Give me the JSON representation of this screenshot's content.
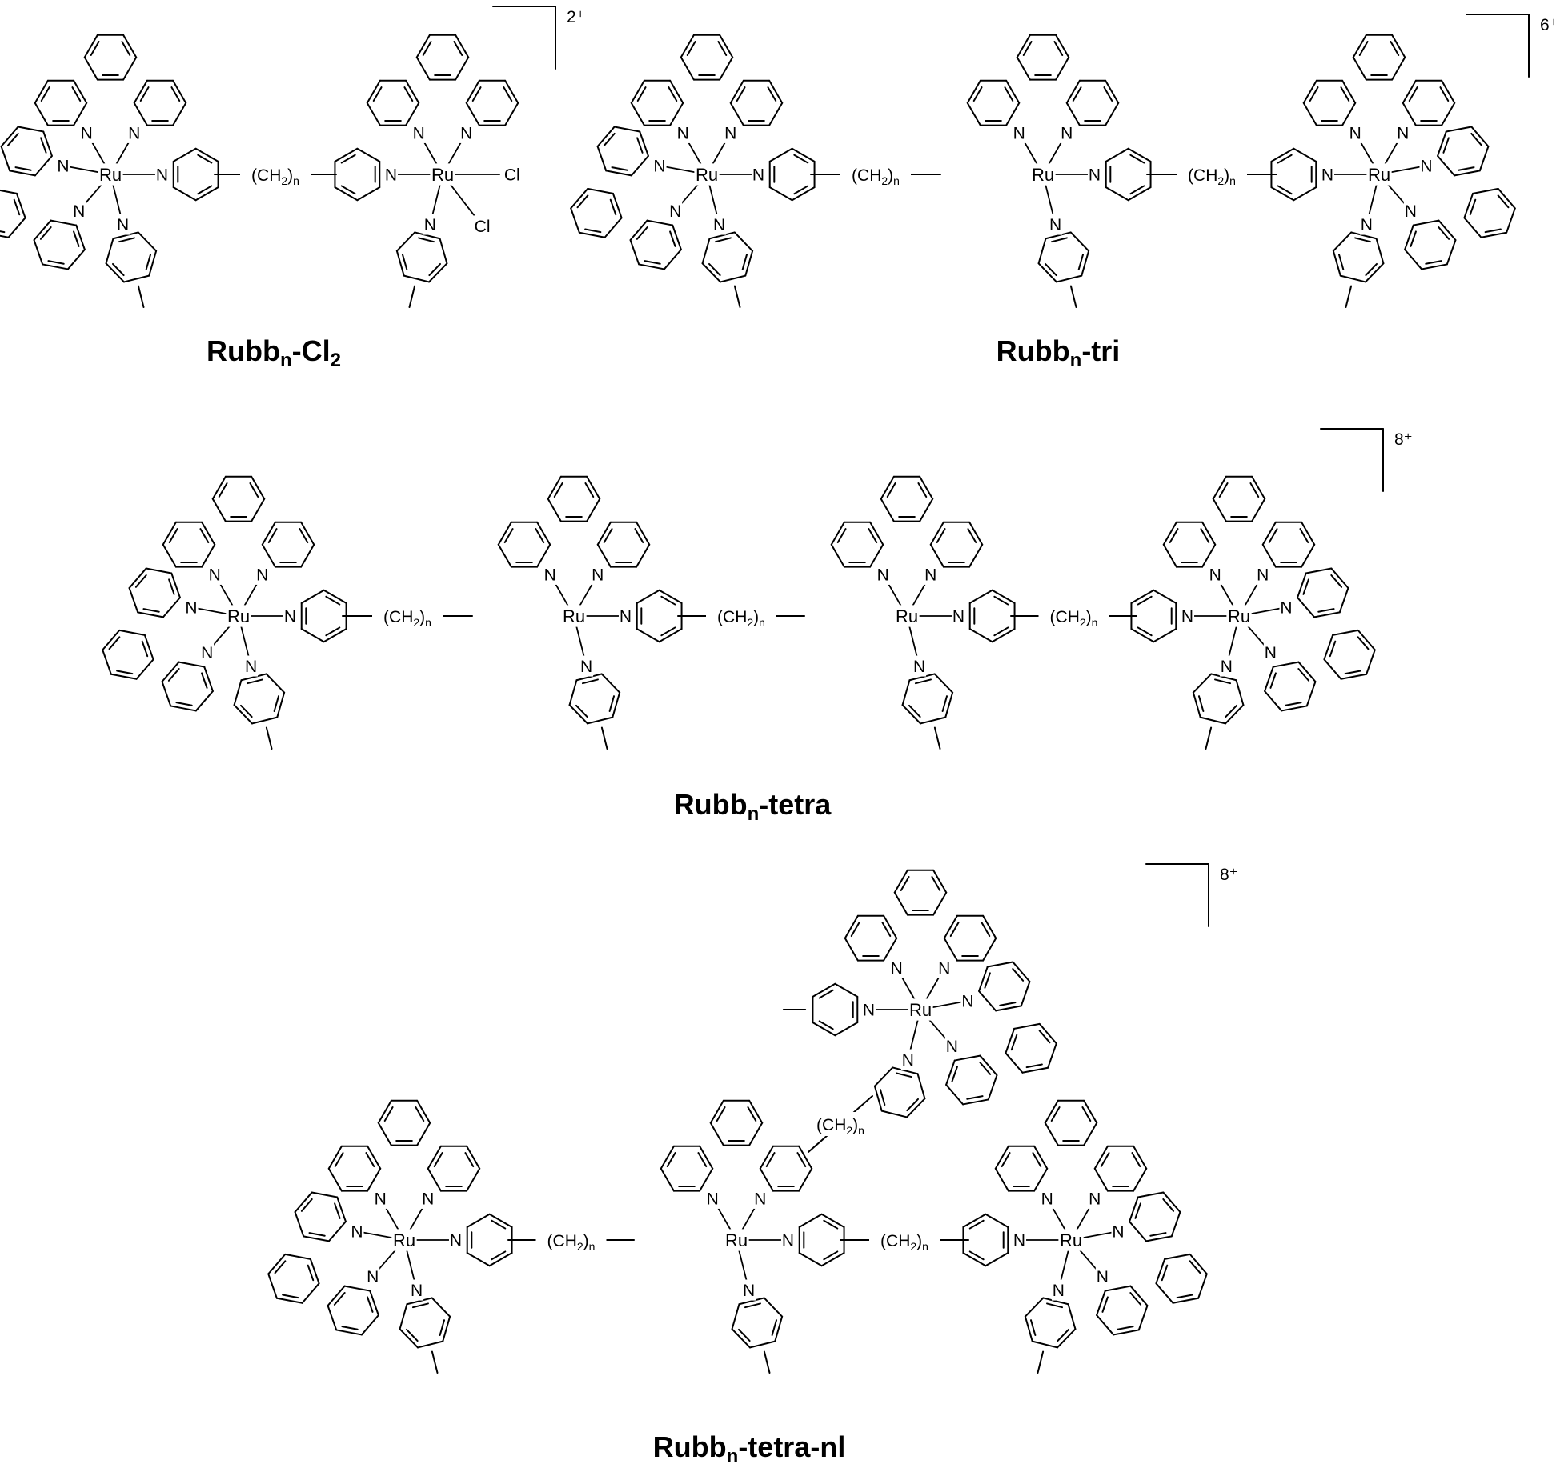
{
  "atoms": {
    "metal": "Ru",
    "nitrogen": "N",
    "chloride": "Cl"
  },
  "linker": {
    "open": "(CH",
    "sub2": "2",
    "close": ")",
    "subn": "n"
  },
  "compounds": [
    {
      "id": "cl2",
      "charge": "2⁺",
      "label_main": "Rubb",
      "label_sub": "n",
      "label_suffix": "-Cl",
      "label_suffix_sub": "2"
    },
    {
      "id": "tri",
      "charge": "6⁺",
      "label_main": "Rubb",
      "label_sub": "n",
      "label_suffix": "-tri",
      "label_suffix_sub": ""
    },
    {
      "id": "tetra",
      "charge": "8⁺",
      "label_main": "Rubb",
      "label_sub": "n",
      "label_suffix": "-tetra",
      "label_suffix_sub": ""
    },
    {
      "id": "tetranl",
      "charge": "8⁺",
      "label_main": "Rubb",
      "label_sub": "n",
      "label_suffix": "-tetra-nl",
      "label_suffix_sub": ""
    }
  ],
  "colors": {
    "ink": "#000000",
    "background": "#ffffff"
  }
}
